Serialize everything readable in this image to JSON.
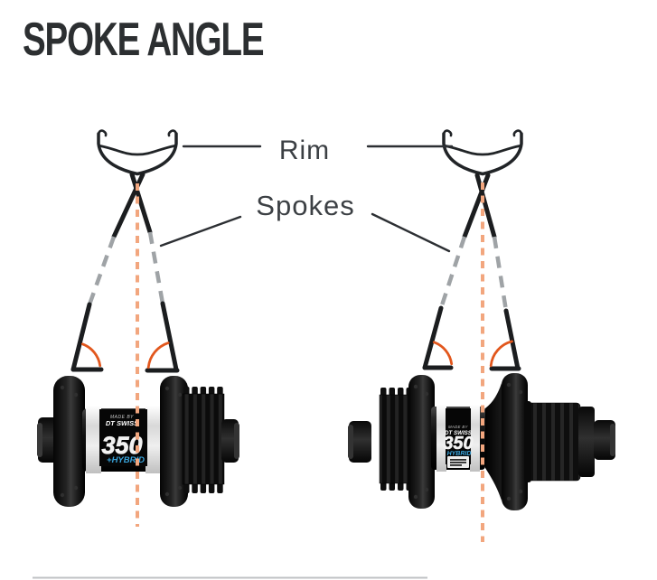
{
  "title": "SPOKE ANGLE",
  "labels": {
    "rim": "Rim",
    "spokes": "Spokes"
  },
  "hub_front": {
    "made_by": "MADE BY",
    "brand": "DT SWISS",
    "model": "350",
    "variant": "+HYBRID"
  },
  "hub_rear": {
    "made_by": "MADE BY",
    "brand": "DT SWISS",
    "model": "350",
    "variant": "HYBRID"
  },
  "colors": {
    "angle_arc_orange": "#e2571d",
    "centerline_orange": "#f2a67e",
    "spoke_dash_gray": "#9fa3a6",
    "ink": "#1b1d1f",
    "hybrid_blue": "#39a5dd"
  }
}
